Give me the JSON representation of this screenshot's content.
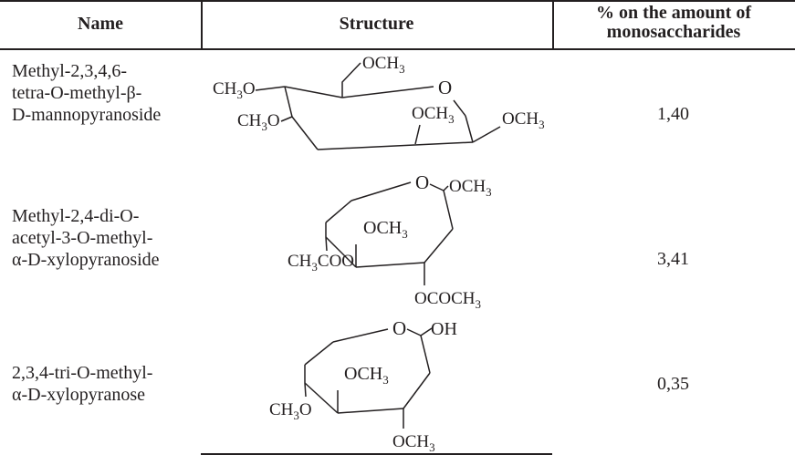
{
  "headers": {
    "name": "Name",
    "structure": "Structure",
    "percent_line1": "% on the amount of",
    "percent_line2": "monosaccharides"
  },
  "rows": [
    {
      "name_lines": [
        "Methyl-2,3,4,6-",
        "tetra-O-methyl-β-",
        "D-mannopyranoside"
      ],
      "value": "1,40",
      "structure_labels": [
        "OCH",
        "3",
        "O",
        "CH",
        "3",
        "O",
        "OCH",
        "3",
        "OCH",
        "3",
        "CH",
        "3",
        "O"
      ]
    },
    {
      "name_lines": [
        "Methyl-2,4-di-O-",
        "acetyl-3-O-methyl-",
        "α-D-xylopyranoside"
      ],
      "value": "3,41",
      "structure_labels": [
        "O",
        "OCH",
        "3",
        "OCH",
        "3",
        "CH",
        "3",
        "COO",
        "OCOCH",
        "3"
      ]
    },
    {
      "name_lines": [
        "2,3,4-tri-O-methyl-",
        "α-D-xylopyranose"
      ],
      "value": "0,35",
      "structure_labels": [
        "O",
        "OH",
        "OCH",
        "3",
        "CH",
        "3",
        "O",
        "OCH",
        "3"
      ]
    }
  ]
}
